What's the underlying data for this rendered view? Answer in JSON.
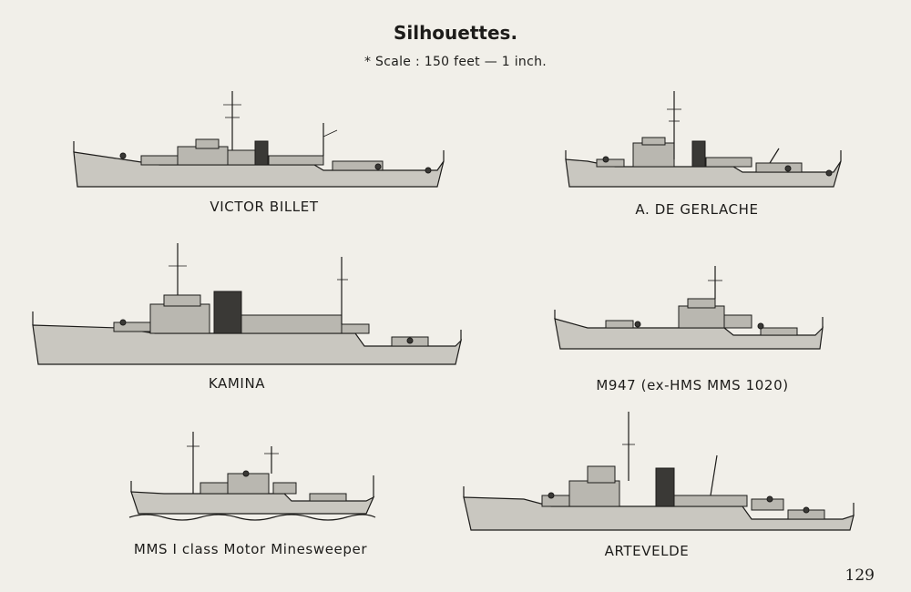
{
  "page": {
    "title": "Silhouettes.",
    "scale_note": "* Scale :  150  feet — 1  inch.",
    "page_number": "129"
  },
  "ships": [
    {
      "name": "VICTOR  BILLET",
      "icon": "ship-silhouette-icon"
    },
    {
      "name": "A.  DE  GERLACHE",
      "icon": "ship-silhouette-icon"
    },
    {
      "name": "KAMINA",
      "icon": "ship-silhouette-icon"
    },
    {
      "name": "M947  (ex-HMS  MMS  1020)",
      "icon": "ship-silhouette-icon"
    },
    {
      "name": "MMS  I  class  Motor  Minesweeper",
      "icon": "ship-silhouette-icon"
    },
    {
      "name": "ARTEVELDE",
      "icon": "ship-silhouette-icon"
    }
  ]
}
